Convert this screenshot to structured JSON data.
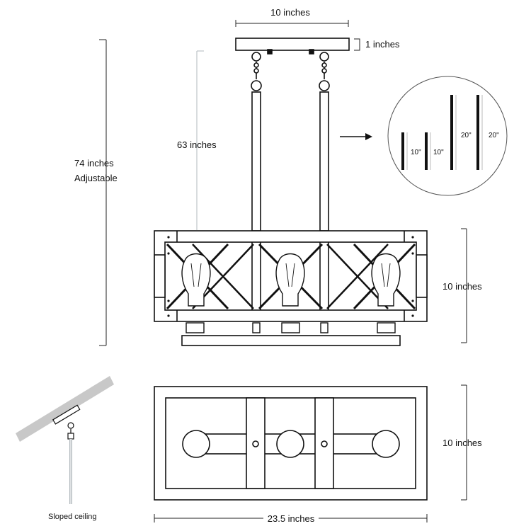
{
  "dimensions": {
    "canopy_width": "10 inches",
    "canopy_height": "1 inches",
    "rod_length": "63 inches",
    "total_height_line1": "74 inches",
    "total_height_line2": "Adjustable",
    "frame_height": "10 inches",
    "frame_depth": "10 inches",
    "frame_length": "23.5 inches"
  },
  "rods_detail": {
    "rods": [
      {
        "label": "10\""
      },
      {
        "label": "10\""
      },
      {
        "label": "20\""
      },
      {
        "label": "20\""
      }
    ]
  },
  "sloped_ceiling": {
    "label": "Sloped ceiling"
  },
  "colors": {
    "line": "#111111",
    "dimension": "#222222",
    "ceiling": "#c8c8c8",
    "rod_guide": "#b0b8bc"
  }
}
